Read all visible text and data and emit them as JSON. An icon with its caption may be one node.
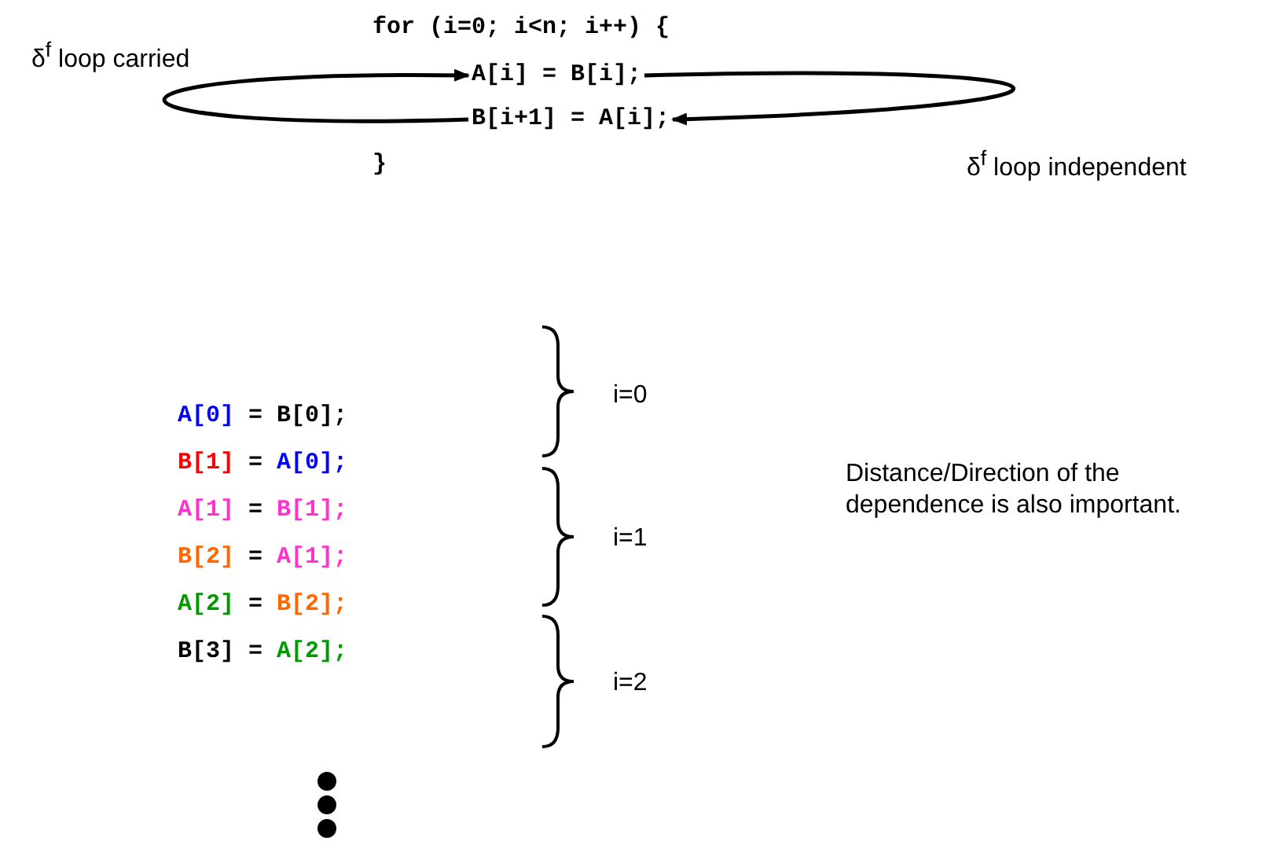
{
  "diagram": {
    "nodes": [
      {
        "text": [
          "A[i] = B[i];"
        ]
      },
      {
        "text": [
          "B[i+1] = A[i];"
        ]
      }
    ],
    "edges": [
      {
        "from": 1,
        "to": 0,
        "arrow": "to",
        "label": "δ$^{f}$ loop carried"
      },
      {
        "from": 0,
        "to": 1,
        "arrow": "to",
        "label": "δ$^{f}$ loop independent"
      }
    ],
    "labels": [
      "for (i=0; i<n; i++) {",
      "}",
      "A[0] = B[0];",
      "B[1] = A[0];",
      "A[1] = B[1];",
      "B[2] = A[1];",
      "A[2] = B[2];",
      "B[3] = A[2];",
      "i=0",
      "i=1",
      "i=2",
      "Distance/Direction of the dependence is also important."
    ]
  }
}
